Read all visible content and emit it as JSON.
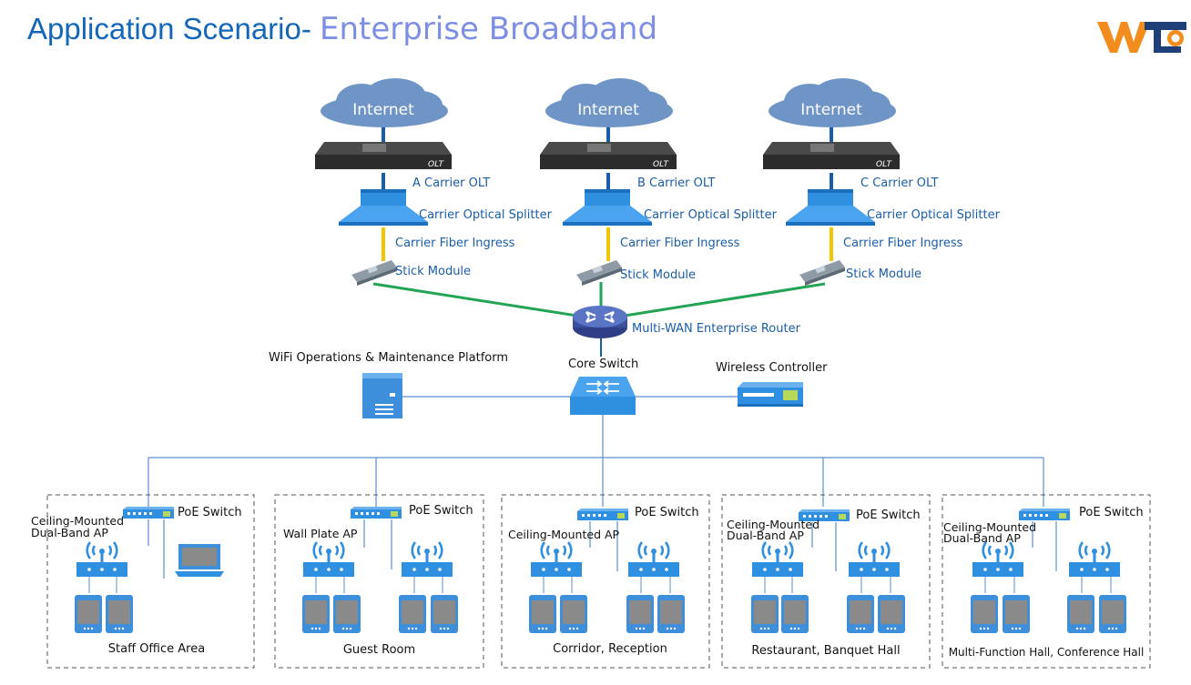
{
  "header": {
    "title_part1": "Application Scenario-",
    "title_part2": "Enterprise Broadband",
    "logo_icon": "wt-logo-icon"
  },
  "carriers": [
    {
      "cloud": "Internet",
      "olt_label": "A Carrier OLT",
      "splitter_label": "Carrier Optical Splitter",
      "fiber_label": "Carrier Fiber Ingress",
      "module_label": "Stick Module"
    },
    {
      "cloud": "Internet",
      "olt_label": "B Carrier OLT",
      "splitter_label": "Carrier Optical Splitter",
      "fiber_label": "Carrier Fiber Ingress",
      "module_label": "Stick Module"
    },
    {
      "cloud": "Internet",
      "olt_label": "C Carrier OLT",
      "splitter_label": "Carrier Optical Splitter",
      "fiber_label": "Carrier Fiber Ingress",
      "module_label": "Stick Module"
    }
  ],
  "device_text": {
    "olt": "OLT"
  },
  "core": {
    "router_label": "Multi-WAN Enterprise Router",
    "switch_label": "Core Switch",
    "platform_label": "WiFi Operations & Maintenance Platform",
    "controller_label": "Wireless Controller"
  },
  "areas": [
    {
      "name": "Staff Office Area",
      "poe_label": "PoE Switch",
      "ap_label_1": "Ceiling-Mounted",
      "ap_label_2": "Dual-Band AP"
    },
    {
      "name": "Guest Room",
      "poe_label": "PoE Switch",
      "ap_label_1": "Wall Plate AP",
      "ap_label_2": ""
    },
    {
      "name": "Corridor, Reception",
      "poe_label": "PoE Switch",
      "ap_label_1": "Ceiling-Mounted AP",
      "ap_label_2": ""
    },
    {
      "name": "Restaurant, Banquet Hall",
      "poe_label": "PoE Switch",
      "ap_label_1": "Ceiling-Mounted",
      "ap_label_2": "Dual-Band AP"
    },
    {
      "name": "Multi-Function Hall, Conference Hall",
      "poe_label": "PoE Switch",
      "ap_label_1": "Ceiling-Mounted",
      "ap_label_2": "Dual-Band AP"
    }
  ],
  "colors": {
    "title_blue": "#1466b8",
    "title_purple": "#7d8fe4",
    "label_blue": "#1a5da8",
    "line_blue": "#5a8fd0",
    "green_link": "#23a454",
    "fiber_yellow": "#f2c500",
    "device_blue": "#2f8fe0",
    "logo_orange": "#f28c1c",
    "logo_navy": "#1e3f7a"
  }
}
